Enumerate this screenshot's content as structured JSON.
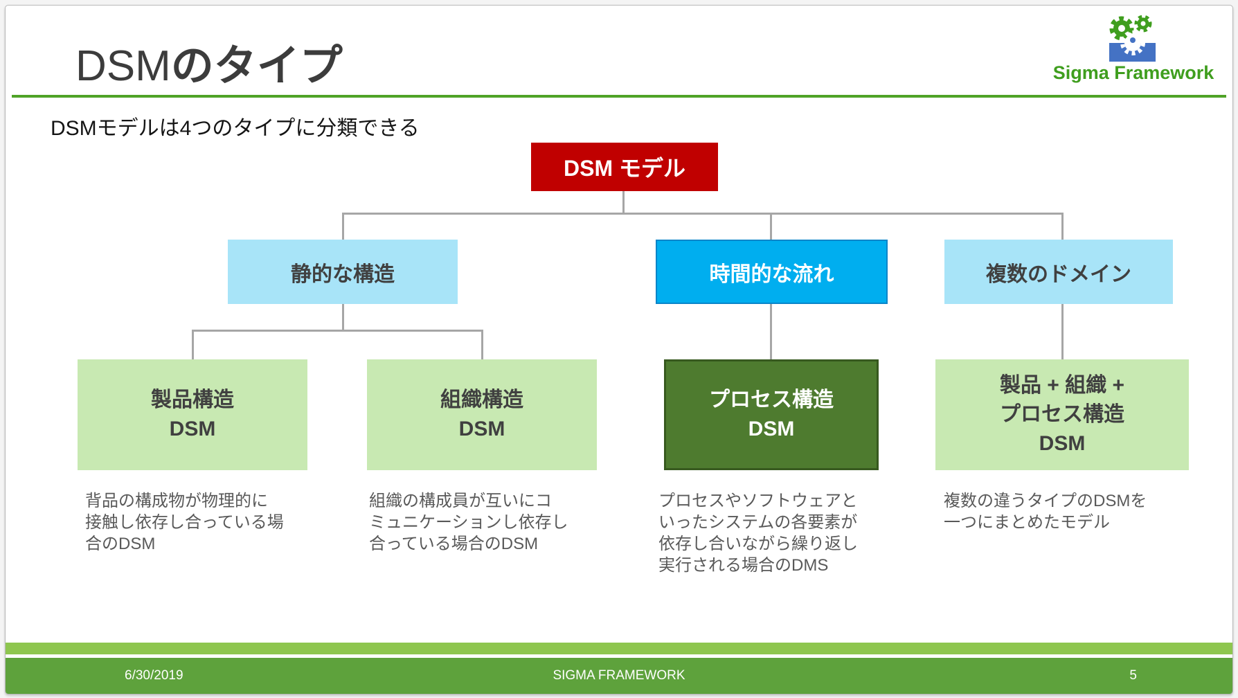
{
  "slide": {
    "title": {
      "prefix": "DSM",
      "suffix": "のタイプ"
    },
    "subtitle": "DSMモデルは4つのタイプに分類できる",
    "logo": {
      "text": "Sigma Framework",
      "icon": "gears-icon"
    },
    "diagram": {
      "root": {
        "label": "DSM モデル",
        "color": "#C00000"
      },
      "level2": [
        {
          "label": "静的な構造",
          "color": "#A8E4F8"
        },
        {
          "label": "時間的な流れ",
          "color": "#00AEEF"
        },
        {
          "label": "複数のドメイン",
          "color": "#A8E4F8"
        }
      ],
      "level3": [
        {
          "label": "製品構造\nDSM",
          "color": "#C8E9B2",
          "description": "背品の構成物が物理的に\n接触し依存し合っている場\n合のDSM"
        },
        {
          "label": "組織構造\nDSM",
          "color": "#C8E9B2",
          "description": "組織の構成員が互いにコ\nミュニケーションし依存し\n合っている場合のDSM"
        },
        {
          "label": "プロセス構造\nDSM",
          "color": "#4E7B2F",
          "description": "プロセスやソフトウェアと\nいったシステムの各要素が\n依存し合いながら繰り返し\n実行される場合のDMS"
        },
        {
          "label": "製品 + 組織 +\nプロセス構造\nDSM",
          "color": "#C8E9B2",
          "description": "複数の違うタイプのDSMを\n一つにまとめたモデル"
        }
      ]
    },
    "footer": {
      "date": "6/30/2019",
      "center": "SIGMA FRAMEWORK",
      "page": "5"
    }
  },
  "colors": {
    "divider_green": "#4FA327",
    "footer_strip": "#8EC64F",
    "footer_bar": "#5EA23C",
    "connector_gray": "#A6A6A6",
    "logo_green": "#3F9E1E",
    "logo_blue": "#4472C4",
    "time_border": "#0A85C9",
    "process_border": "#37591F"
  }
}
